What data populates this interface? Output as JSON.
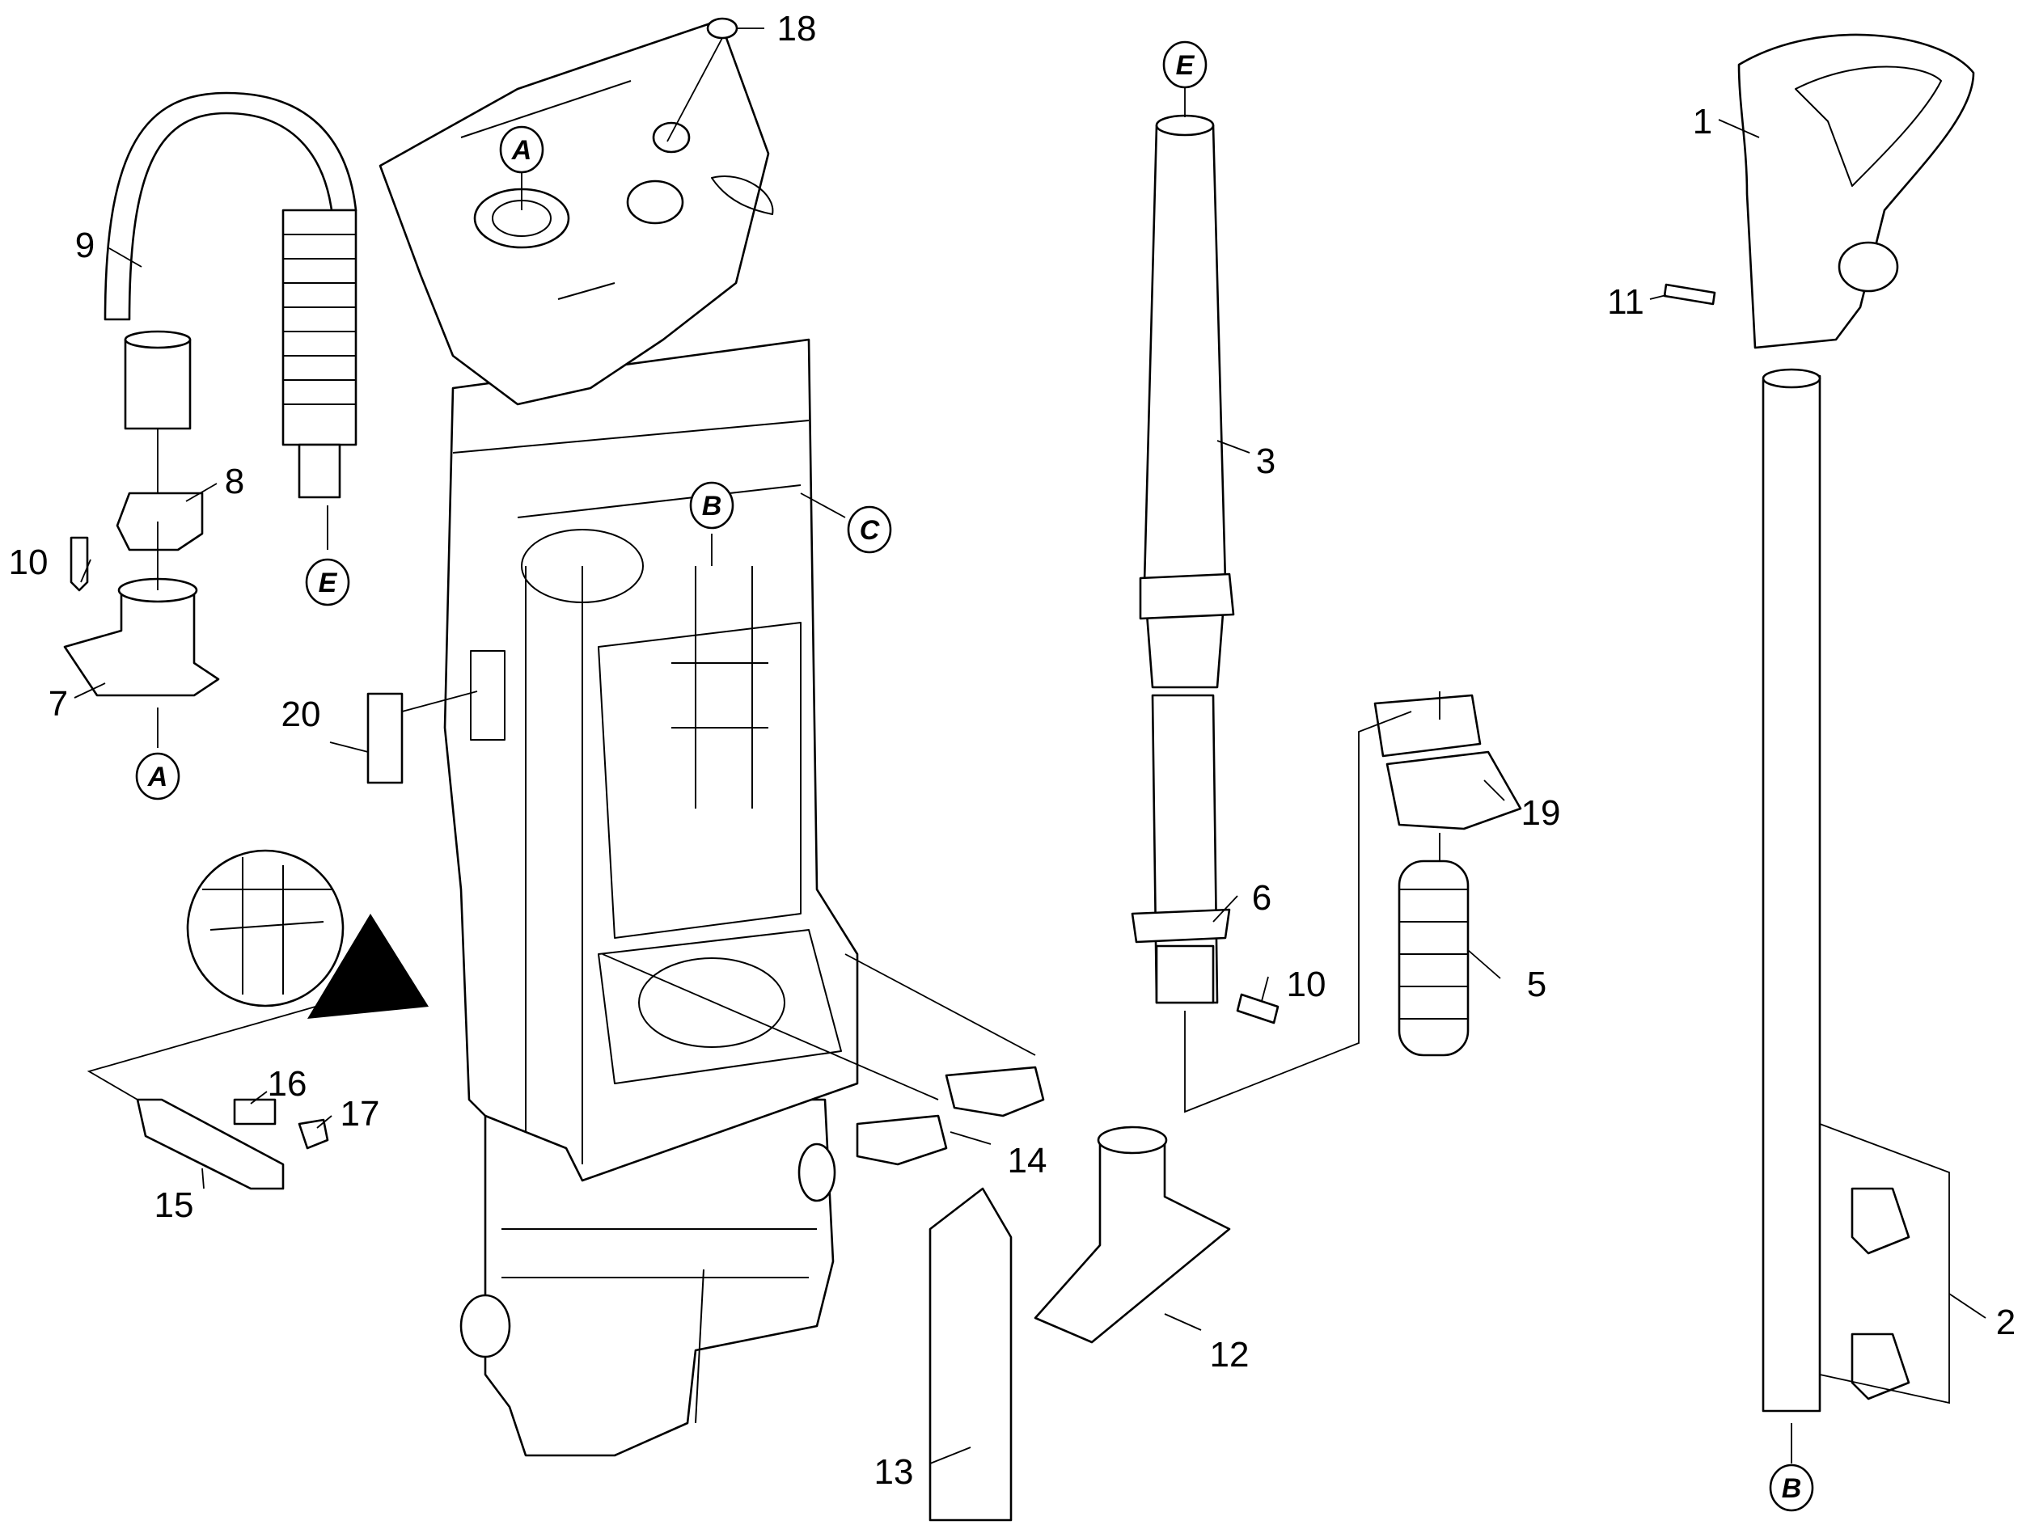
{
  "callouts": {
    "c1": "1",
    "c2": "2",
    "c3": "3",
    "c5": "5",
    "c6": "6",
    "c7": "7",
    "c8": "8",
    "c9": "9",
    "c10a": "10",
    "c10b": "10",
    "c11": "11",
    "c12": "12",
    "c13": "13",
    "c14": "14",
    "c15": "15",
    "c16": "16",
    "c17": "17",
    "c18": "18",
    "c19": "19",
    "c20": "20"
  },
  "refs": {
    "a_top": "A",
    "a_bottom": "A",
    "b_body": "B",
    "b_bottom": "B",
    "c_body": "C",
    "e_top": "E",
    "e_hose": "E"
  }
}
